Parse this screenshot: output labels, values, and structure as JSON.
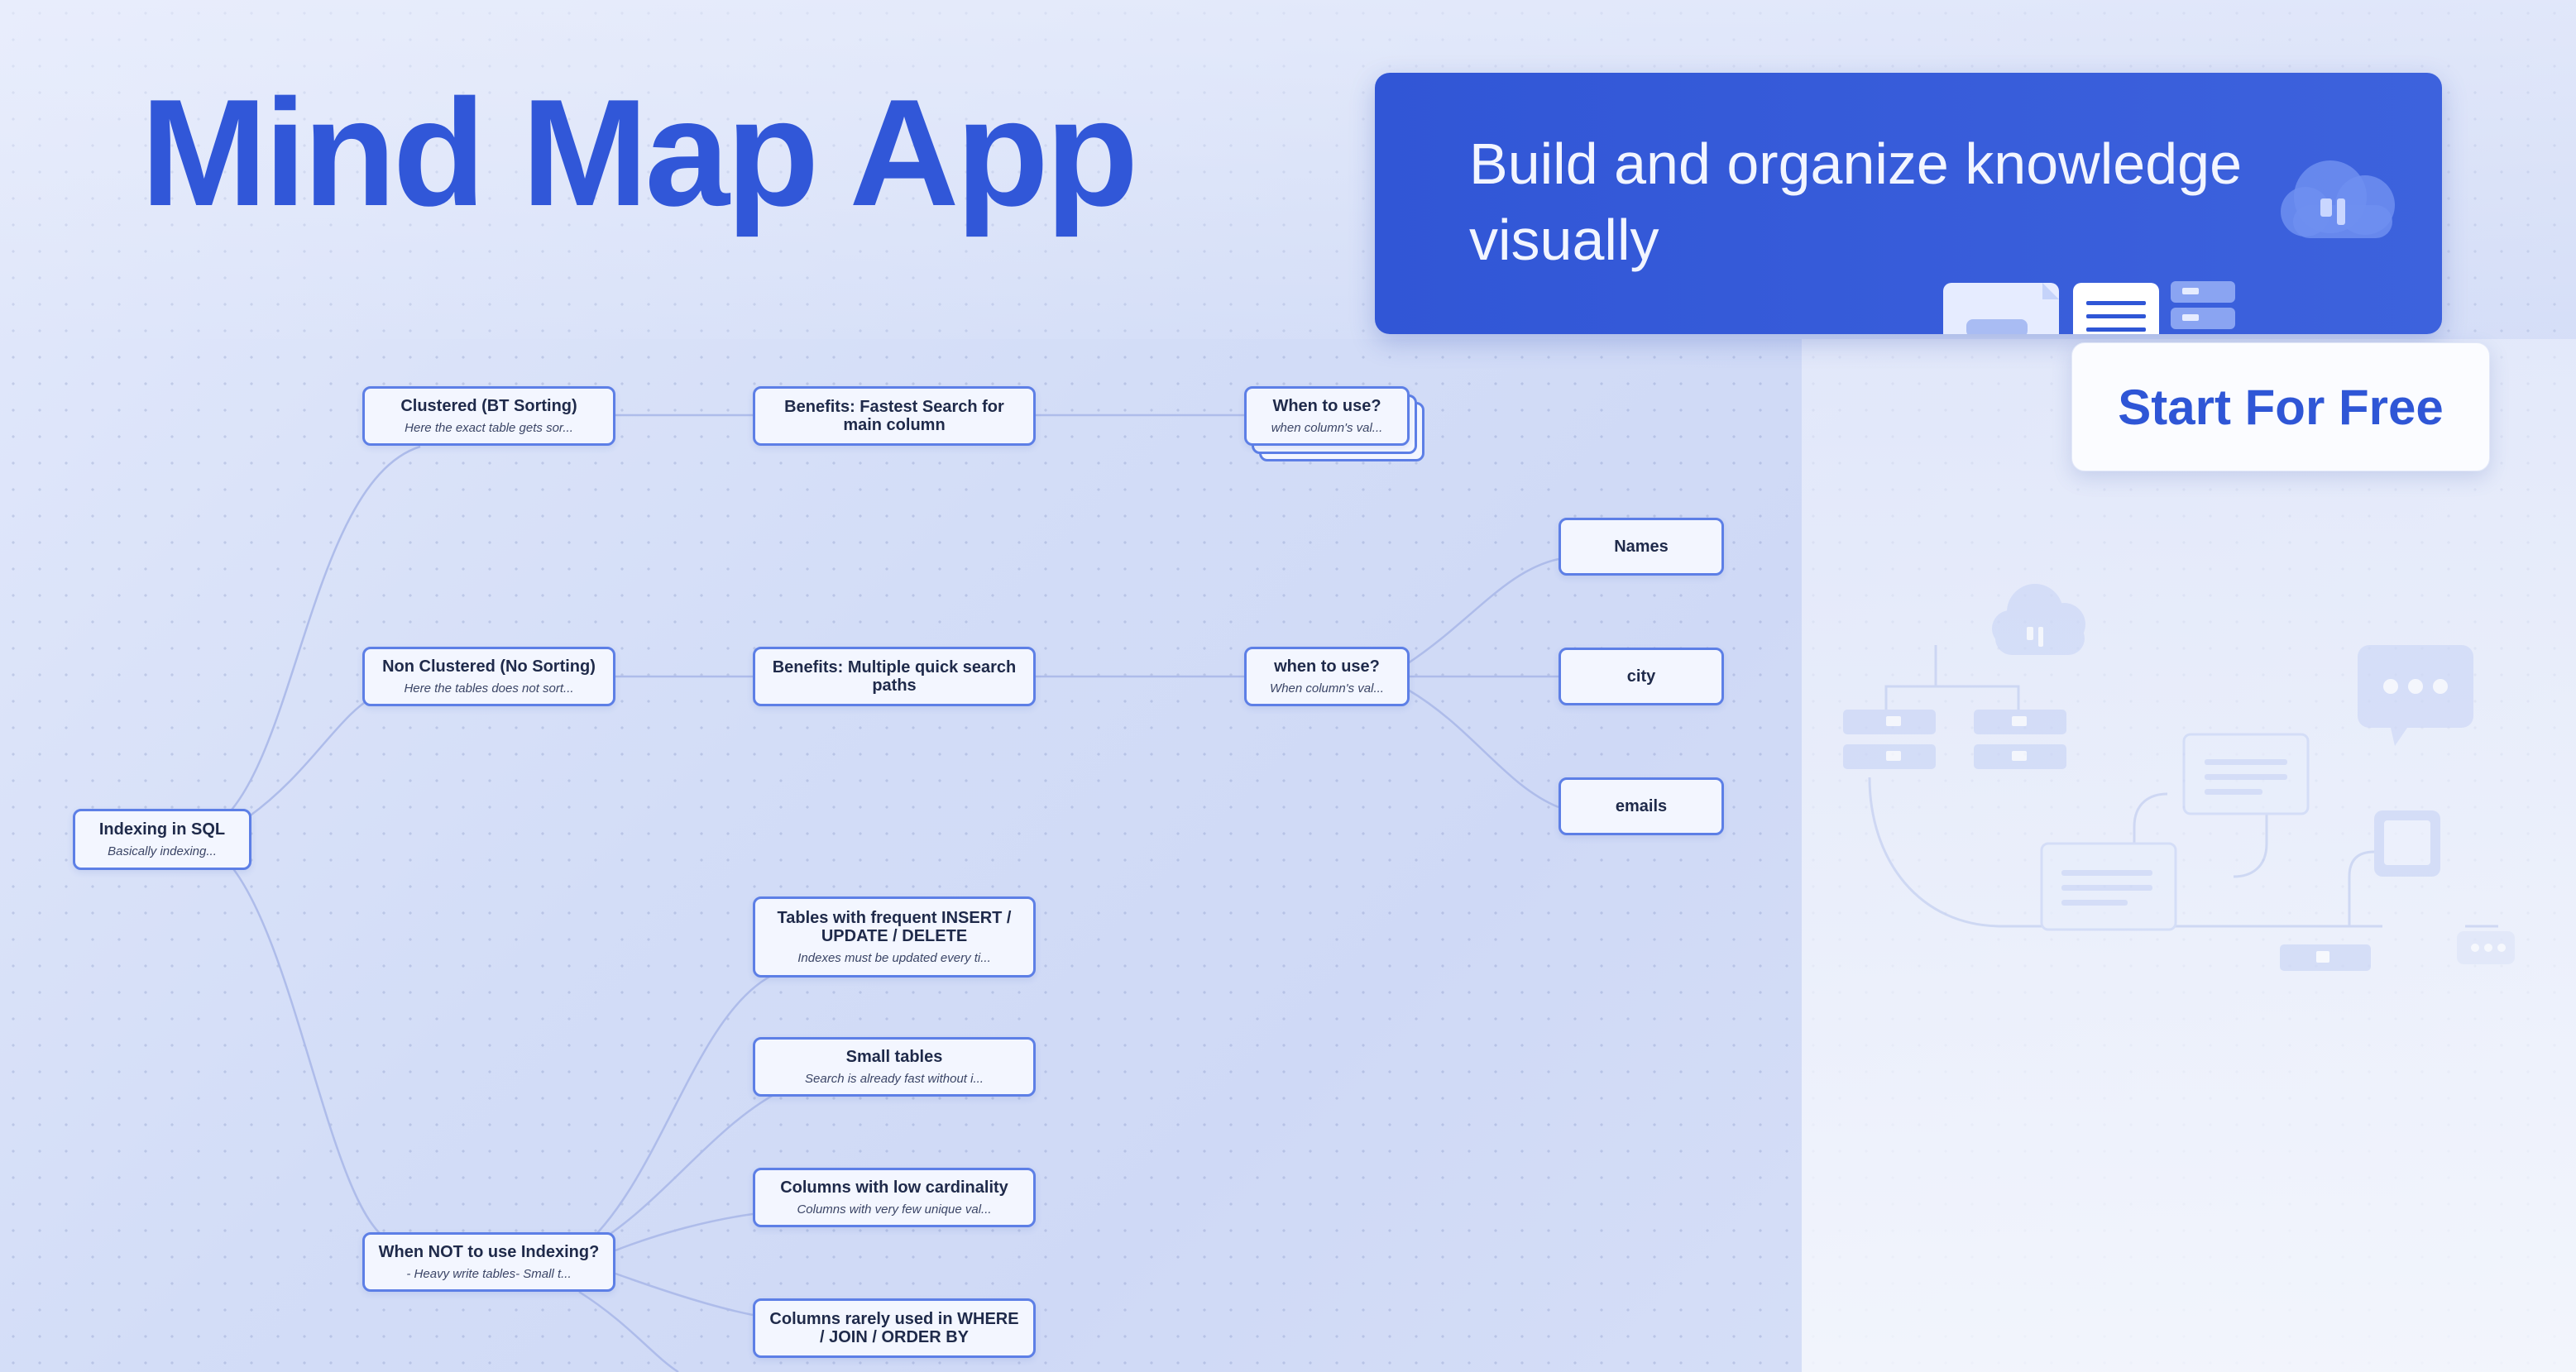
{
  "hero": {
    "title": "Mind Map App",
    "tagline": "Build and organize knowledge visually",
    "cta_label": "Start For Free"
  },
  "colors": {
    "accent": "#3157d8",
    "banner": "#3156d6",
    "node_border": "#5d7fe6",
    "node_fill": "#f3f6ff",
    "edge": "#aebcea"
  },
  "mindmap": {
    "root": {
      "title": "Indexing in SQL",
      "note": "Basically indexing..."
    },
    "clustered": {
      "title": "Clustered (BT Sorting)",
      "note": "Here the exact table gets sor..."
    },
    "nonclustered": {
      "title": "Non Clustered (No Sorting)",
      "note": "Here the tables does not sort..."
    },
    "when_not": {
      "title": "When NOT to use Indexing?",
      "note": "- Heavy write tables- Small t..."
    },
    "benefit_fast": {
      "title": "Benefits: Fastest Search for main column"
    },
    "benefit_multi": {
      "title": "Benefits: Multiple quick search paths"
    },
    "when_use_1": {
      "title": "When to use?",
      "note": "when column's val..."
    },
    "when_use_2": {
      "title": "when to use?",
      "note": "When column's val..."
    },
    "names": {
      "title": "Names"
    },
    "city": {
      "title": "city"
    },
    "emails": {
      "title": "emails"
    },
    "frequent_write": {
      "title": "Tables with frequent INSERT / UPDATE / DELETE",
      "note": "Indexes must be updated every ti..."
    },
    "small_tables": {
      "title": "Small tables",
      "note": "Search is already fast without i..."
    },
    "low_cardinality": {
      "title": "Columns with low cardinality",
      "note": "Columns with very few unique val..."
    },
    "rarely_used": {
      "title": "Columns rarely used in WHERE / JOIN / ORDER BY"
    }
  },
  "icons": [
    "cloud-icon",
    "document-icon",
    "menu-lines-icon",
    "chat-bubble-icon",
    "tablet-icon",
    "flowchart-illustration"
  ]
}
